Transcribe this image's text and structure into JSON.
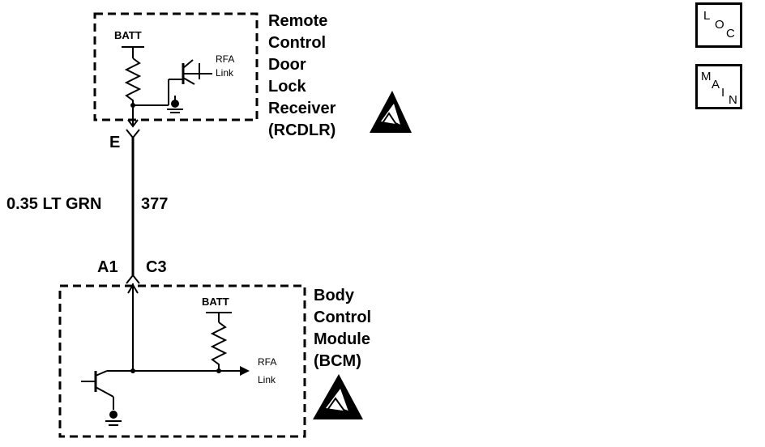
{
  "rcdlr": {
    "name_lines": [
      "Remote",
      "Control",
      "Door",
      "Lock",
      "Receiver",
      "(RCDLR)"
    ],
    "batt_label": "BATT",
    "rfa_line1": "RFA",
    "rfa_line2": "Link"
  },
  "bcm": {
    "name_lines": [
      "Body",
      "Control",
      "Module",
      "(BCM)"
    ],
    "batt_label": "BATT",
    "rfa_line1": "RFA",
    "rfa_line2": "Link"
  },
  "connectors": {
    "rcdlr_pin": "E",
    "bcm_pin": "A1",
    "bcm_connector": "C3"
  },
  "wire": {
    "gauge_color": "0.35 LT GRN",
    "circuit": "377"
  },
  "nav": {
    "loc": {
      "l": "L",
      "o": "O",
      "c": "C"
    },
    "main": {
      "m": "M",
      "a": "A",
      "i": "I",
      "n": "N"
    }
  }
}
